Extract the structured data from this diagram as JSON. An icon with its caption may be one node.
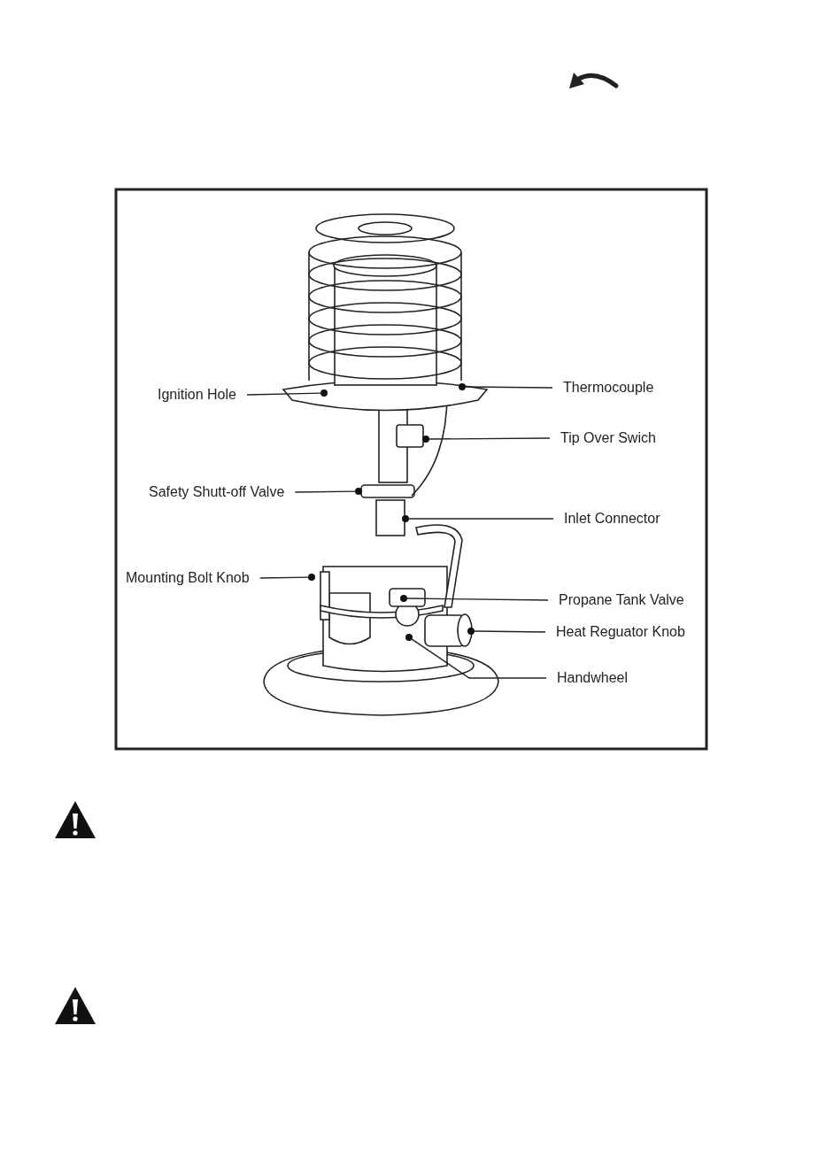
{
  "diagram": {
    "nodes": [
      {
        "text": [
          "Ignition Hole"
        ]
      },
      {
        "text": [
          "Thermocouple"
        ]
      },
      {
        "text": [
          "Tip Over Swich"
        ]
      },
      {
        "text": [
          "Safety Shutt-off Valve"
        ]
      },
      {
        "text": [
          "Inlet Connector"
        ]
      },
      {
        "text": [
          "Mounting Bolt Knob"
        ]
      },
      {
        "text": [
          "Propane Tank Valve"
        ]
      },
      {
        "text": [
          "Heat Reguator Knob"
        ]
      },
      {
        "text": [
          "Handwheel"
        ]
      },
      {
        "text": [],
        "shape": "circle"
      },
      {
        "text": [],
        "shape": "circle"
      },
      {
        "text": [],
        "shape": "circle"
      },
      {
        "text": [],
        "shape": "circle"
      },
      {
        "text": [],
        "shape": "circle"
      },
      {
        "text": [],
        "shape": "circle"
      },
      {
        "text": [],
        "shape": "circle"
      },
      {
        "text": [],
        "shape": "circle"
      },
      {
        "text": [],
        "shape": "circle"
      }
    ],
    "edges": [
      {
        "from": 0,
        "to": 9,
        "arrow": "none"
      },
      {
        "from": 1,
        "to": 10,
        "arrow": "none"
      },
      {
        "from": 2,
        "to": 11,
        "arrow": "none"
      },
      {
        "from": 3,
        "to": 12,
        "arrow": "none"
      },
      {
        "from": 4,
        "to": 13,
        "arrow": "none"
      },
      {
        "from": 5,
        "to": 14,
        "arrow": "none"
      },
      {
        "from": 6,
        "to": 15,
        "arrow": "none"
      },
      {
        "from": 7,
        "to": 16,
        "arrow": "none"
      },
      {
        "from": 8,
        "to": 17,
        "arrow": "none"
      }
    ]
  }
}
